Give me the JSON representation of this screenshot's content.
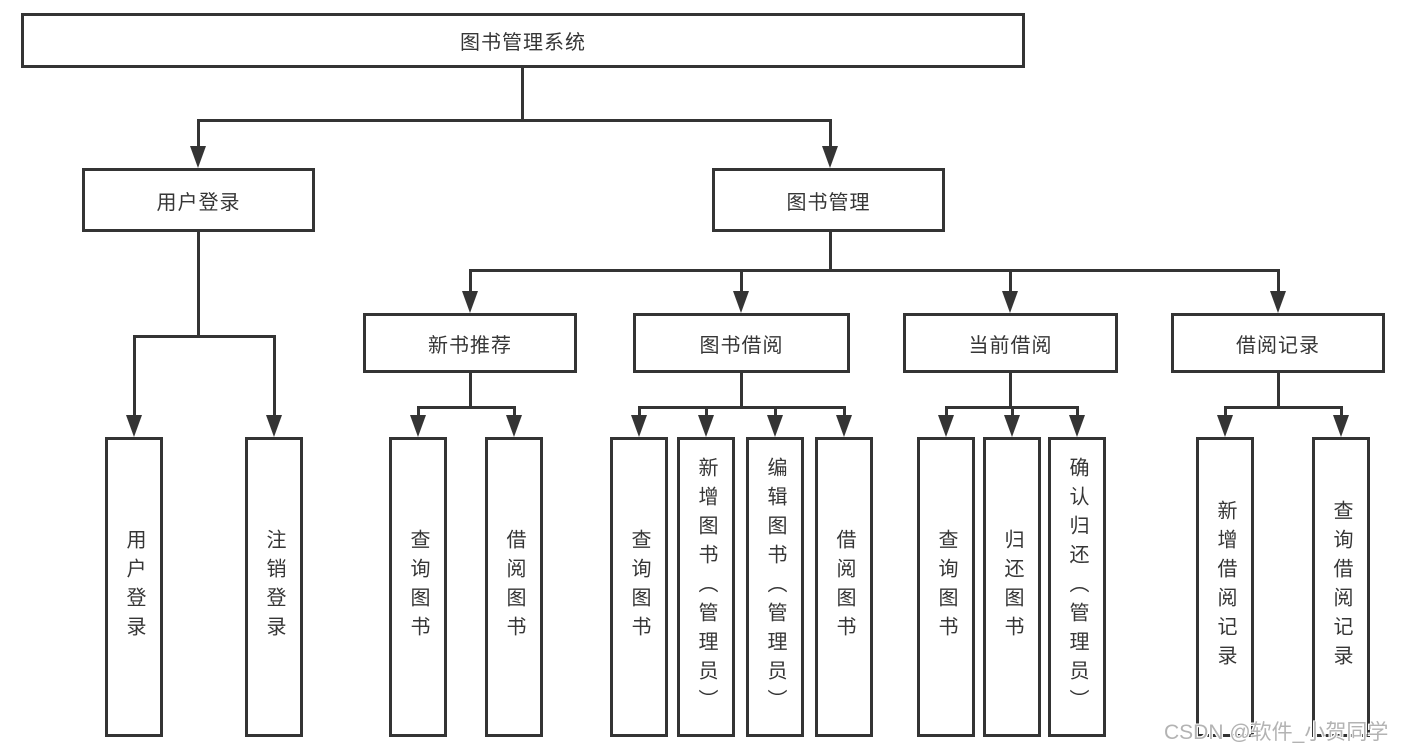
{
  "colors": {
    "line": "#343434",
    "text": "#363636",
    "box_background": "#ffffff",
    "page_background": "#ffffff",
    "watermark": "#b3b3b3"
  },
  "nodes": {
    "root": "图书管理系统",
    "user_login": "用户登录",
    "book_mgmt": "图书管理",
    "new_book_rec": "新书推荐",
    "book_borrow": "图书借阅",
    "current_borrow": "当前借阅",
    "borrow_records": "借阅记录",
    "leaf_user_login": "用户登录",
    "leaf_logout": "注销登录",
    "leaf_nb_query": "查询图书",
    "leaf_nb_borrow": "借阅图书",
    "leaf_bb_query": "查询图书",
    "leaf_bb_add": "新增图书（管理员）",
    "leaf_bb_edit": "编辑图书（管理员）",
    "leaf_bb_borrow": "借阅图书",
    "leaf_cb_query": "查询图书",
    "leaf_cb_return": "归还图书",
    "leaf_cb_confirm": "确认归还（管理员）",
    "leaf_br_add": "新增借阅记录",
    "leaf_br_query": "查询借阅记录"
  },
  "watermark": "CSDN @软件_小贺同学"
}
